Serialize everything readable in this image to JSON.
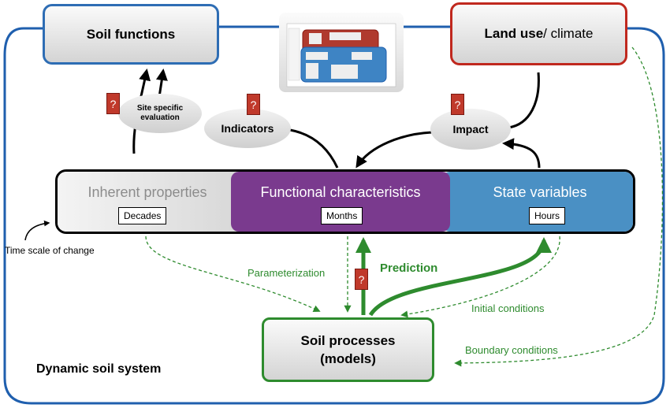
{
  "boxes": {
    "soil_functions": "Soil functions",
    "land_use": "Land use",
    "land_use_suffix": " / climate",
    "soil_processes_line1": "Soil processes",
    "soil_processes_line2": "(models)"
  },
  "ellipses": {
    "site_line1": "Site specific",
    "site_line2": "evaluation",
    "indicators": "Indicators",
    "impact": "Impact"
  },
  "question_mark": "?",
  "band": {
    "inherent": "Inherent properties",
    "inherent_time": "Decades",
    "functional": "Functional characteristics",
    "functional_time": "Months",
    "state": "State variables",
    "state_time": "Hours"
  },
  "labels": {
    "prediction": "Prediction",
    "parameterization": "Parameterization",
    "initial_conditions": "Initial conditions",
    "boundary_conditions": "Boundary conditions",
    "time_scale": "Time scale of change",
    "dynamic_system": "Dynamic soil system"
  },
  "colors": {
    "outer_border": "#1f5fae",
    "functions_border": "#2e6db4",
    "land_use_border": "#c0281e",
    "inherent": "#d8d8d8",
    "functional": "#7a3a8e",
    "state": "#4a90c4",
    "processes_border": "#2e8b2e",
    "question_box": "#c0392b"
  }
}
